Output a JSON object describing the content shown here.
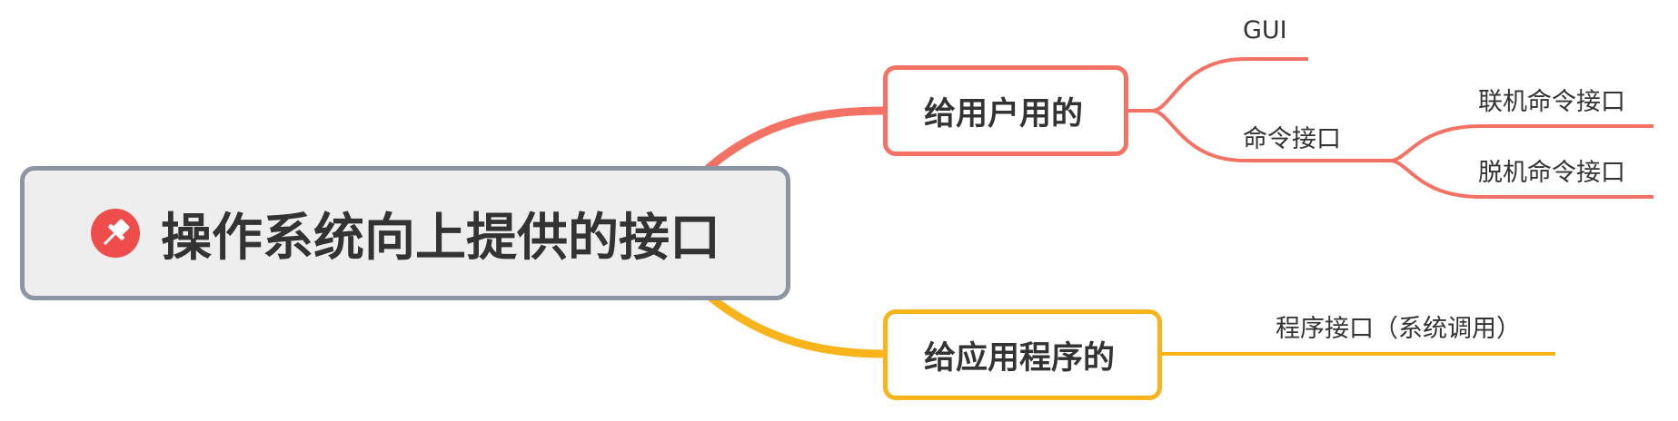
{
  "colors": {
    "users_branch": "#f47264",
    "apps_branch": "#f9b31b",
    "root_border": "#8b95a3",
    "root_fill": "#eeeeee",
    "pin_badge": "#ef4c4c",
    "text": "#333333"
  },
  "root": {
    "icon": "pin-icon",
    "title": "操作系统向上提供的接口"
  },
  "branches": {
    "users": {
      "label": "给用户用的",
      "children": {
        "gui": "GUI",
        "command": {
          "label": "命令接口",
          "children": {
            "online": "联机命令接口",
            "offline": "脱机命令接口"
          }
        }
      }
    },
    "apps": {
      "label": "给应用程序的",
      "children": {
        "program": "程序接口（系统调用）"
      }
    }
  }
}
